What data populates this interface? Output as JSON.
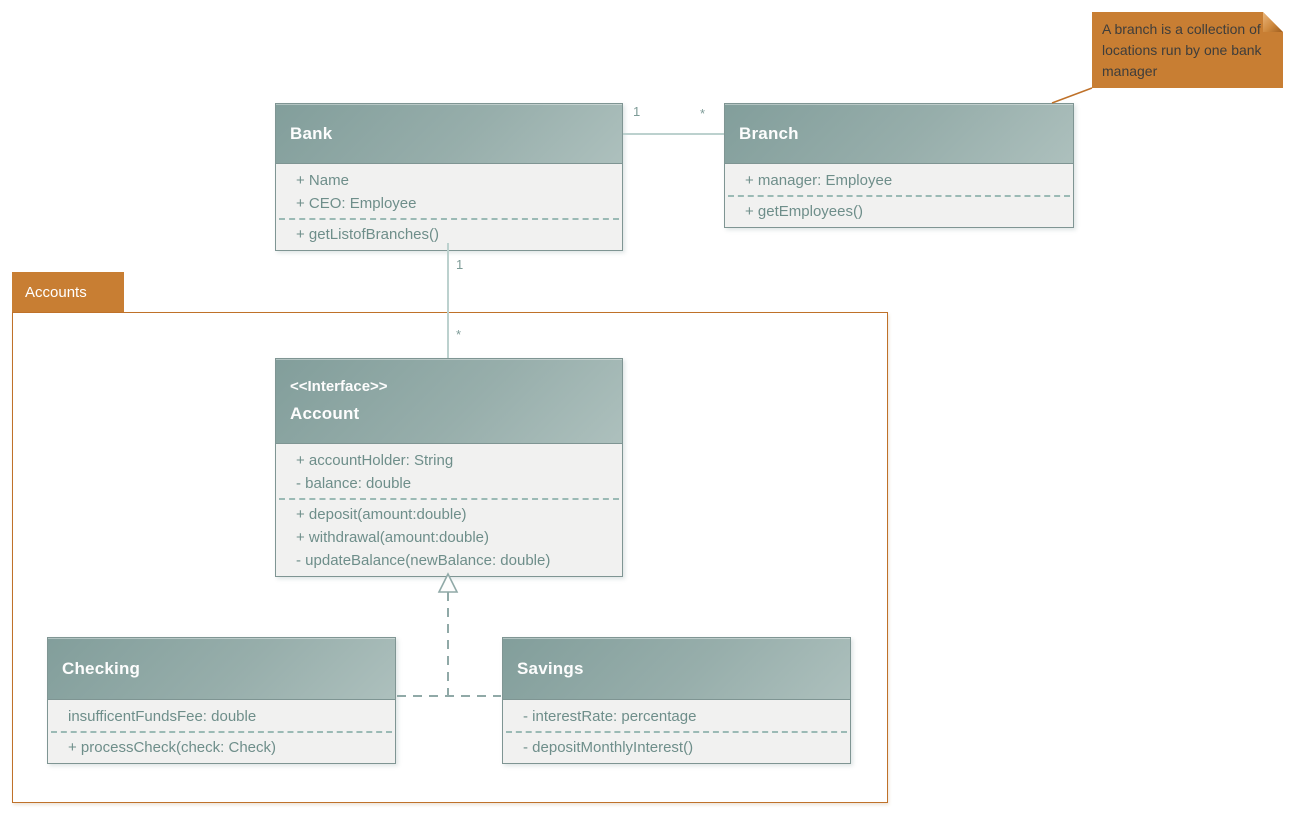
{
  "diagram": {
    "frame": {
      "label": "Accounts"
    },
    "note": {
      "text": "A branch is a collection of locations run by one bank manager"
    },
    "classes": {
      "bank": {
        "name": "Bank",
        "attributes": [
          "+ Name",
          "+ CEO: Employee"
        ],
        "methods": [
          "+ getListofBranches()"
        ]
      },
      "branch": {
        "name": "Branch",
        "attributes": [
          "+ manager: Employee"
        ],
        "methods": [
          "+ getEmployees()"
        ]
      },
      "account": {
        "stereotype": "<<Interface>>",
        "name": "Account",
        "attributes": [
          "+ accountHolder: String",
          "- balance: double"
        ],
        "methods": [
          "+ deposit(amount:double)",
          "+ withdrawal(amount:double)",
          "- updateBalance(newBalance: double)"
        ]
      },
      "checking": {
        "name": "Checking",
        "attributes": [
          "insufficentFundsFee: double"
        ],
        "methods": [
          "+ processCheck(check: Check)"
        ]
      },
      "savings": {
        "name": "Savings",
        "attributes": [
          "- interestRate: percentage"
        ],
        "methods": [
          "- depositMonthlyInterest()"
        ]
      }
    },
    "associations": {
      "bank_branch": {
        "from": "Bank",
        "to": "Branch",
        "from_multiplicity": "1",
        "to_multiplicity": "*"
      },
      "bank_account": {
        "from": "Bank",
        "to": "Account",
        "from_multiplicity": "1",
        "to_multiplicity": "*"
      }
    },
    "generalizations": [
      {
        "parent": "Account",
        "children": [
          "Checking",
          "Savings"
        ],
        "line_style": "dashed-hollow-triangle"
      }
    ],
    "colors": {
      "class_header_teal": "#8aa49f",
      "class_body_gray": "#f1f1f0",
      "class_text_teal": "#6e8e8a",
      "accent_orange": "#c87e33",
      "association_line": "#bcd1ce"
    }
  }
}
